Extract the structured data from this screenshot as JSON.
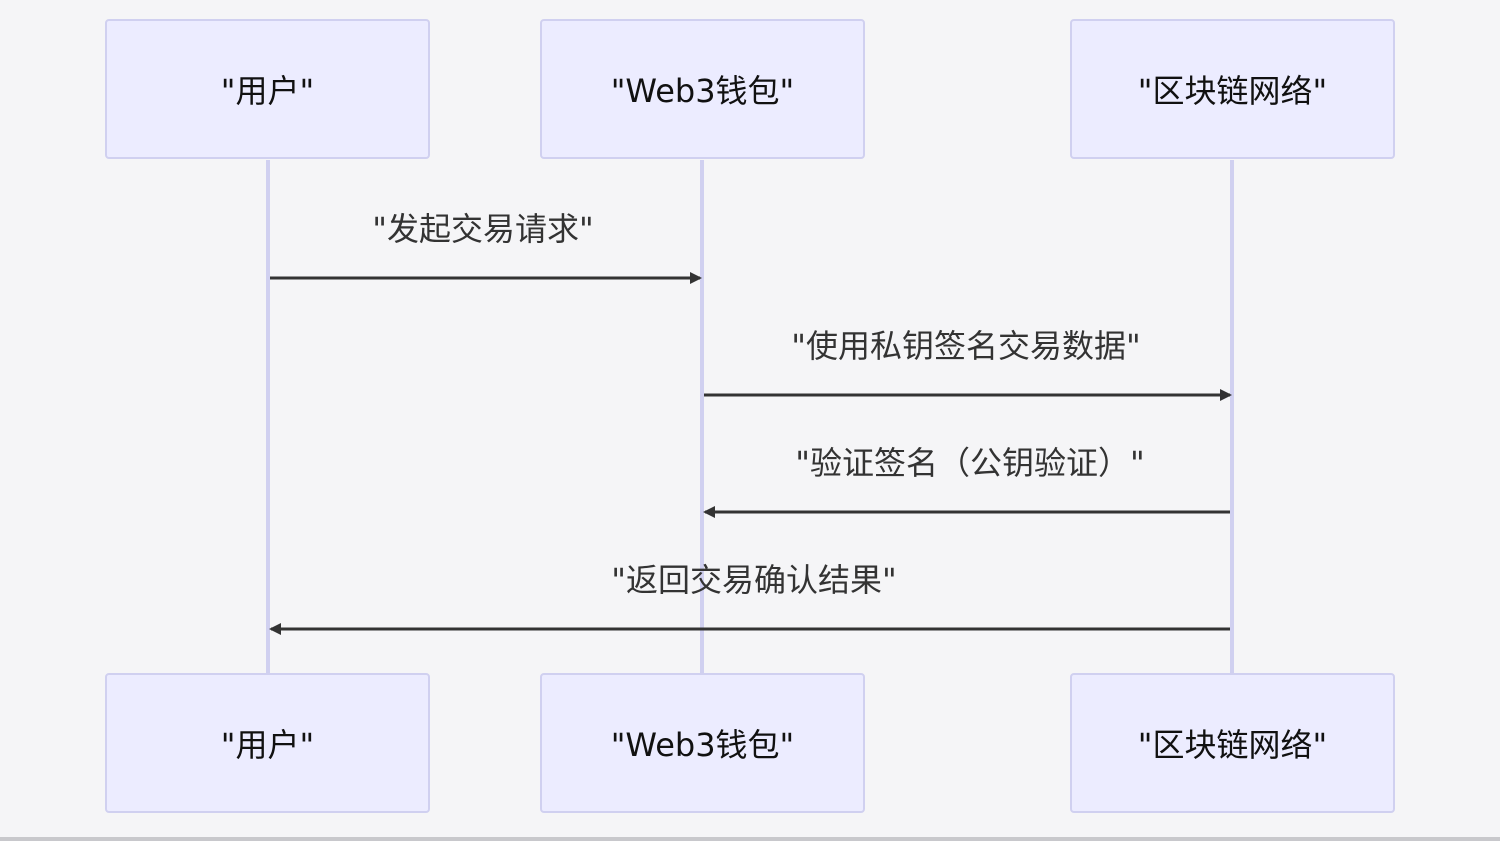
{
  "participants": [
    {
      "label": "\"用户\""
    },
    {
      "label": "\"Web3钱包\""
    },
    {
      "label": "\"区块链网络\""
    }
  ],
  "messages": [
    {
      "from": 0,
      "to": 1,
      "label": "\"发起交易请求\""
    },
    {
      "from": 1,
      "to": 2,
      "label": "\"使用私钥签名交易数据\""
    },
    {
      "from": 2,
      "to": 1,
      "label": "\"验证签名（公钥验证）\""
    },
    {
      "from": 2,
      "to": 0,
      "label": "\"返回交易确认结果\""
    }
  ],
  "colors": {
    "background": "#f5f5f7",
    "actor_fill": "#ececff",
    "actor_border": "#d0d0f0",
    "lifeline": "#d0d0f0",
    "arrow": "#333333"
  }
}
